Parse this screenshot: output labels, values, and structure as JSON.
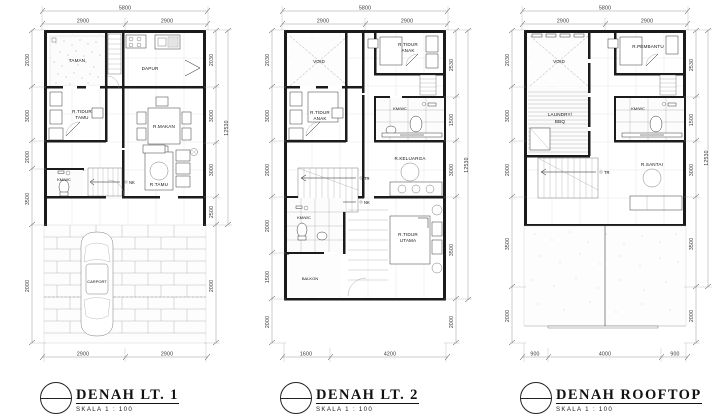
{
  "document": {
    "type": "architectural-floor-plan-sheet",
    "plan_count": 3
  },
  "plans": [
    {
      "id": "lt1",
      "title": "DENAH  LT. 1",
      "scale": "SKALA 1 : 100",
      "dims_top_overall": "5800",
      "dims_top": [
        "2900",
        "2900"
      ],
      "dims_bottom": [
        "2900",
        "2900"
      ],
      "dims_left": [
        "2030",
        "3000",
        "2000",
        "3500",
        "2000"
      ],
      "dims_right": [
        "2030",
        "3000",
        "3000",
        "2500",
        "2000"
      ],
      "dims_right_overall": "12530",
      "rooms": [
        {
          "label": "TAMAN"
        },
        {
          "label": "DAPUR"
        },
        {
          "label": "R.TIDUR\nTAMU"
        },
        {
          "label": "R.MAKAN"
        },
        {
          "label": "KM/WC"
        },
        {
          "label": "R.TAMU"
        },
        {
          "label": "CARPORT"
        }
      ],
      "tags": [
        "NK"
      ]
    },
    {
      "id": "lt2",
      "title": "DENAH  LT. 2",
      "scale": "SKALA 1 : 100",
      "dims_top_overall": "5800",
      "dims_top": [
        "2900",
        "2900"
      ],
      "dims_bottom": [
        "1600",
        "4200"
      ],
      "dims_left": [
        "2030",
        "3000",
        "2000",
        "2000",
        "1500",
        "2000"
      ],
      "dims_right": [
        "2530",
        "1500",
        "3000",
        "3500",
        "2000"
      ],
      "dims_right_overall": "12530",
      "rooms": [
        {
          "label": "VOID"
        },
        {
          "label": "R.TIDUR\nANAK"
        },
        {
          "label": "R.TIDUR\nANAK"
        },
        {
          "label": "KM/WC"
        },
        {
          "label": "R.KELUARGA"
        },
        {
          "label": "KM/WC"
        },
        {
          "label": "BALKON"
        },
        {
          "label": "R.TIDUR\nUTAMA"
        }
      ],
      "tags": [
        "TR",
        "NK"
      ]
    },
    {
      "id": "rooftop",
      "title": "DENAH  ROOFTOP",
      "scale": "SKALA 1 : 100",
      "dims_top_overall": "5800",
      "dims_top": [
        "2900",
        "2900"
      ],
      "dims_bottom": [
        "900",
        "4000",
        "900"
      ],
      "dims_left": [
        "2030",
        "3000",
        "2000",
        "3500",
        "2000"
      ],
      "dims_right": [
        "2530",
        "1500",
        "3000",
        "3500",
        "2000"
      ],
      "dims_right_overall": "12530",
      "rooms": [
        {
          "label": "VOID"
        },
        {
          "label": "R.PEMBANTU"
        },
        {
          "label": "LAUNDRY/\nBBQ"
        },
        {
          "label": "KM/WC"
        },
        {
          "label": "R.SANTAI"
        }
      ],
      "tags": [
        "TR"
      ]
    }
  ],
  "colors": {
    "wall": "#1b1b1b",
    "paper": "#ffffff",
    "dimension": "#6f6f6f",
    "grid": "#d7d7d7"
  }
}
